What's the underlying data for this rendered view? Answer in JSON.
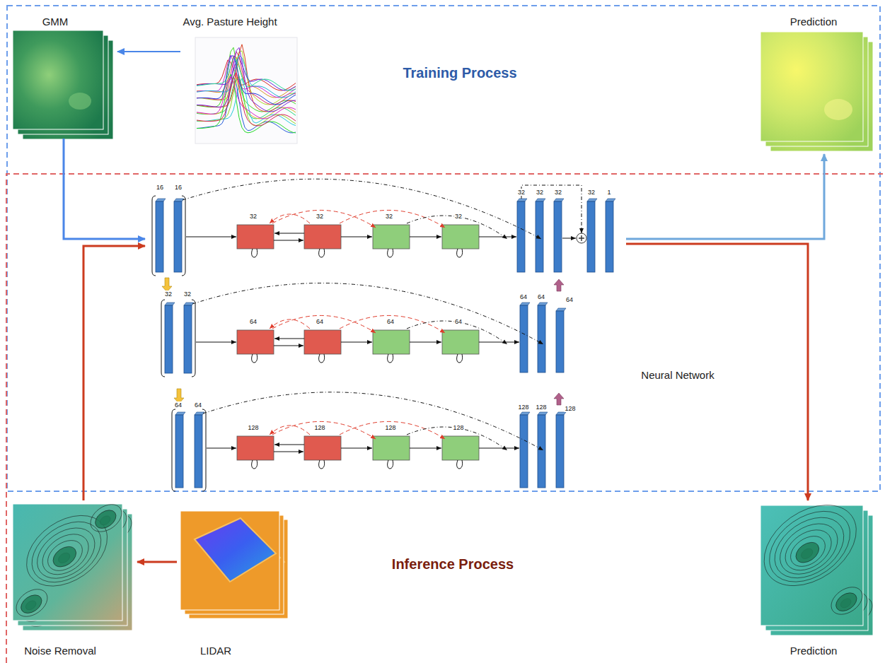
{
  "diagram": {
    "nodes": [
      {
        "text": [
          "GMM"
        ]
      },
      {
        "text": [
          "Avg. Pasture Height"
        ]
      },
      {
        "text": [
          "Prediction"
        ]
      },
      {
        "text": [
          "Neural Network"
        ]
      },
      {
        "text": [
          "Noise Removal"
        ]
      },
      {
        "text": [
          "LIDAR"
        ]
      },
      {
        "text": [
          "Prediction"
        ]
      }
    ],
    "edges": [
      {
        "from": 1,
        "to": 0,
        "arrow": "to"
      },
      {
        "from": 0,
        "to": 3,
        "arrow": "to"
      },
      {
        "from": 4,
        "to": 3,
        "arrow": "to"
      },
      {
        "from": 5,
        "to": 4,
        "arrow": "to"
      },
      {
        "from": 3,
        "to": 2,
        "arrow": "to"
      },
      {
        "from": 3,
        "to": 6,
        "arrow": "to"
      }
    ],
    "labels": [
      "Training Process",
      "Inference Process",
      "16",
      "16",
      "32",
      "32",
      "32",
      "32",
      "32",
      "32",
      "32",
      "32",
      "1",
      "32",
      "32",
      "64",
      "64",
      "64",
      "64",
      "64",
      "64",
      "64",
      "64",
      "64",
      "128",
      "128",
      "128",
      "128",
      "128",
      "128",
      "128"
    ]
  }
}
